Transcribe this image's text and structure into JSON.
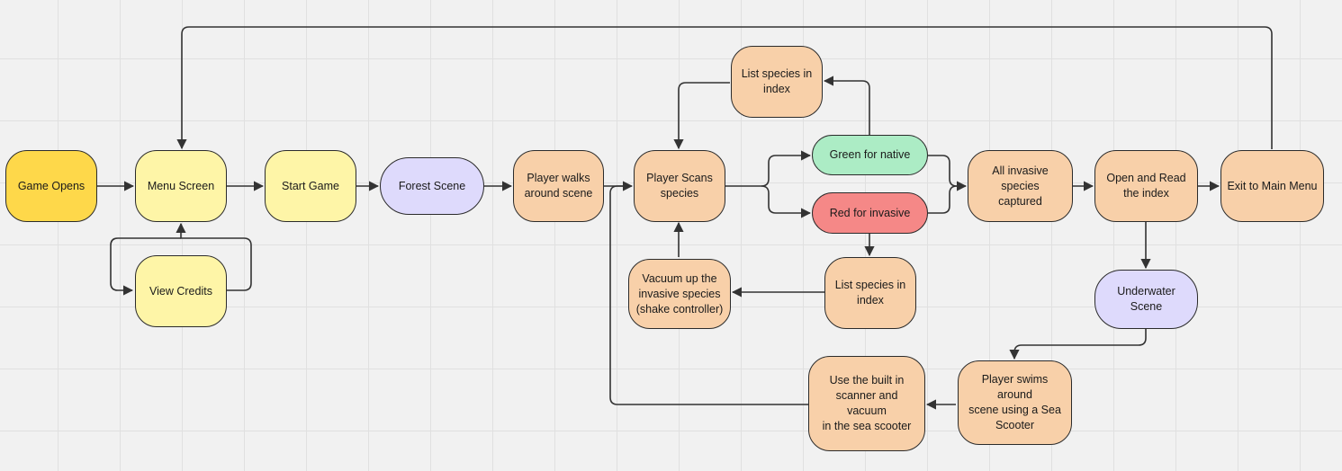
{
  "colors": {
    "start": "#fed84a",
    "menu": "#fef5a7",
    "scene": "#dedafc",
    "action": "#f8d0a9",
    "native": "#acecc5",
    "invasive": "#f58887",
    "line": "#333333"
  },
  "nodes": {
    "game_opens": "Game Opens",
    "menu_screen": "Menu Screen",
    "start_game": "Start Game",
    "forest_scene": "Forest Scene",
    "player_walks": "Player walks\naround scene",
    "player_scans": "Player Scans\nspecies",
    "list_top": "List species in\nindex",
    "green_native": "Green for native",
    "red_invasive": "Red for invasive",
    "all_captured": "All invasive species\ncaptured",
    "open_read": "Open and Read\nthe index",
    "exit_menu": "Exit to Main Menu",
    "view_credits": "View Credits",
    "vacuum": "Vacuum up the\ninvasive species\n(shake controller)",
    "list_bottom": "List species in\nindex",
    "underwater": "Underwater Scene",
    "player_swims": "Player swims around\nscene using a Sea\nScooter",
    "use_scanner": "Use the built in\nscanner and vacuum\nin the sea scooter"
  }
}
